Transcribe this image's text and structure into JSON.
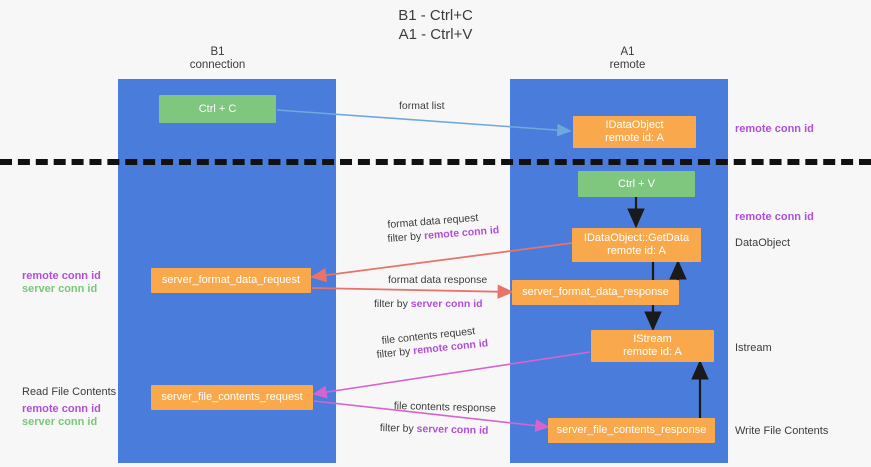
{
  "title": {
    "line1": "B1 - Ctrl+C",
    "line2": "A1 - Ctrl+V"
  },
  "columns": [
    {
      "name": "B1",
      "role": "connection"
    },
    {
      "name": "A1",
      "role": "remote"
    }
  ],
  "nodes": {
    "ctrl_c": {
      "label": "Ctrl + C"
    },
    "idataobject": {
      "line1": "IDataObject",
      "line2": "remote id: A"
    },
    "ctrl_v": {
      "label": "Ctrl + V"
    },
    "idataobject_getdata": {
      "line1": "IDataObject::GetData",
      "line2": "remote id: A"
    },
    "server_format_data_request": {
      "label": "server_format_data_request"
    },
    "server_format_data_response": {
      "label": "server_format_data_response"
    },
    "istream": {
      "line1": "IStream",
      "line2": "remote id: A"
    },
    "server_file_contents_request": {
      "label": "server_file_contents_request"
    },
    "server_file_contents_response": {
      "label": "server_file_contents_response"
    }
  },
  "flow_labels": {
    "format_list": "format list",
    "format_data_request": "format data request",
    "format_data_request_filter_prefix": "filter by ",
    "format_data_request_filter_key": "remote conn id",
    "format_data_response": "format data response",
    "format_data_response_filter_prefix": "filter by ",
    "format_data_response_filter_key": "server conn id",
    "file_contents_request": "file contents request",
    "file_contents_request_filter_prefix": "filter by ",
    "file_contents_request_filter_key": "remote conn id",
    "file_contents_response": "file contents response",
    "file_contents_response_filter_prefix": "filter by ",
    "file_contents_response_filter_key": "server conn id"
  },
  "side_labels": {
    "right_remote_conn_id_top": "remote conn id",
    "right_remote_conn_id_mid": "remote conn id",
    "right_dataobject": "DataObject",
    "right_istream": "Istream",
    "right_write_file_contents": "Write File Contents",
    "left_read_file_contents": "Read File Contents",
    "left_remote_conn_id_mid": "remote conn id",
    "left_server_conn_id_mid": "server conn id",
    "left_remote_conn_id_bottom": "remote conn id",
    "left_server_conn_id_bottom": "server conn id"
  },
  "colors": {
    "lane": "#4a7ddb",
    "node_orange": "#f9a94c",
    "node_green": "#7fc67f",
    "remote_key": "#b14fd8",
    "server_key": "#7ac77a",
    "arrow_blue": "#6fa8dc",
    "arrow_red": "#e8736b",
    "arrow_magenta": "#d664cf",
    "arrow_black": "#1a1a1a",
    "divider": "#111111",
    "background": "#f7f7f7"
  }
}
